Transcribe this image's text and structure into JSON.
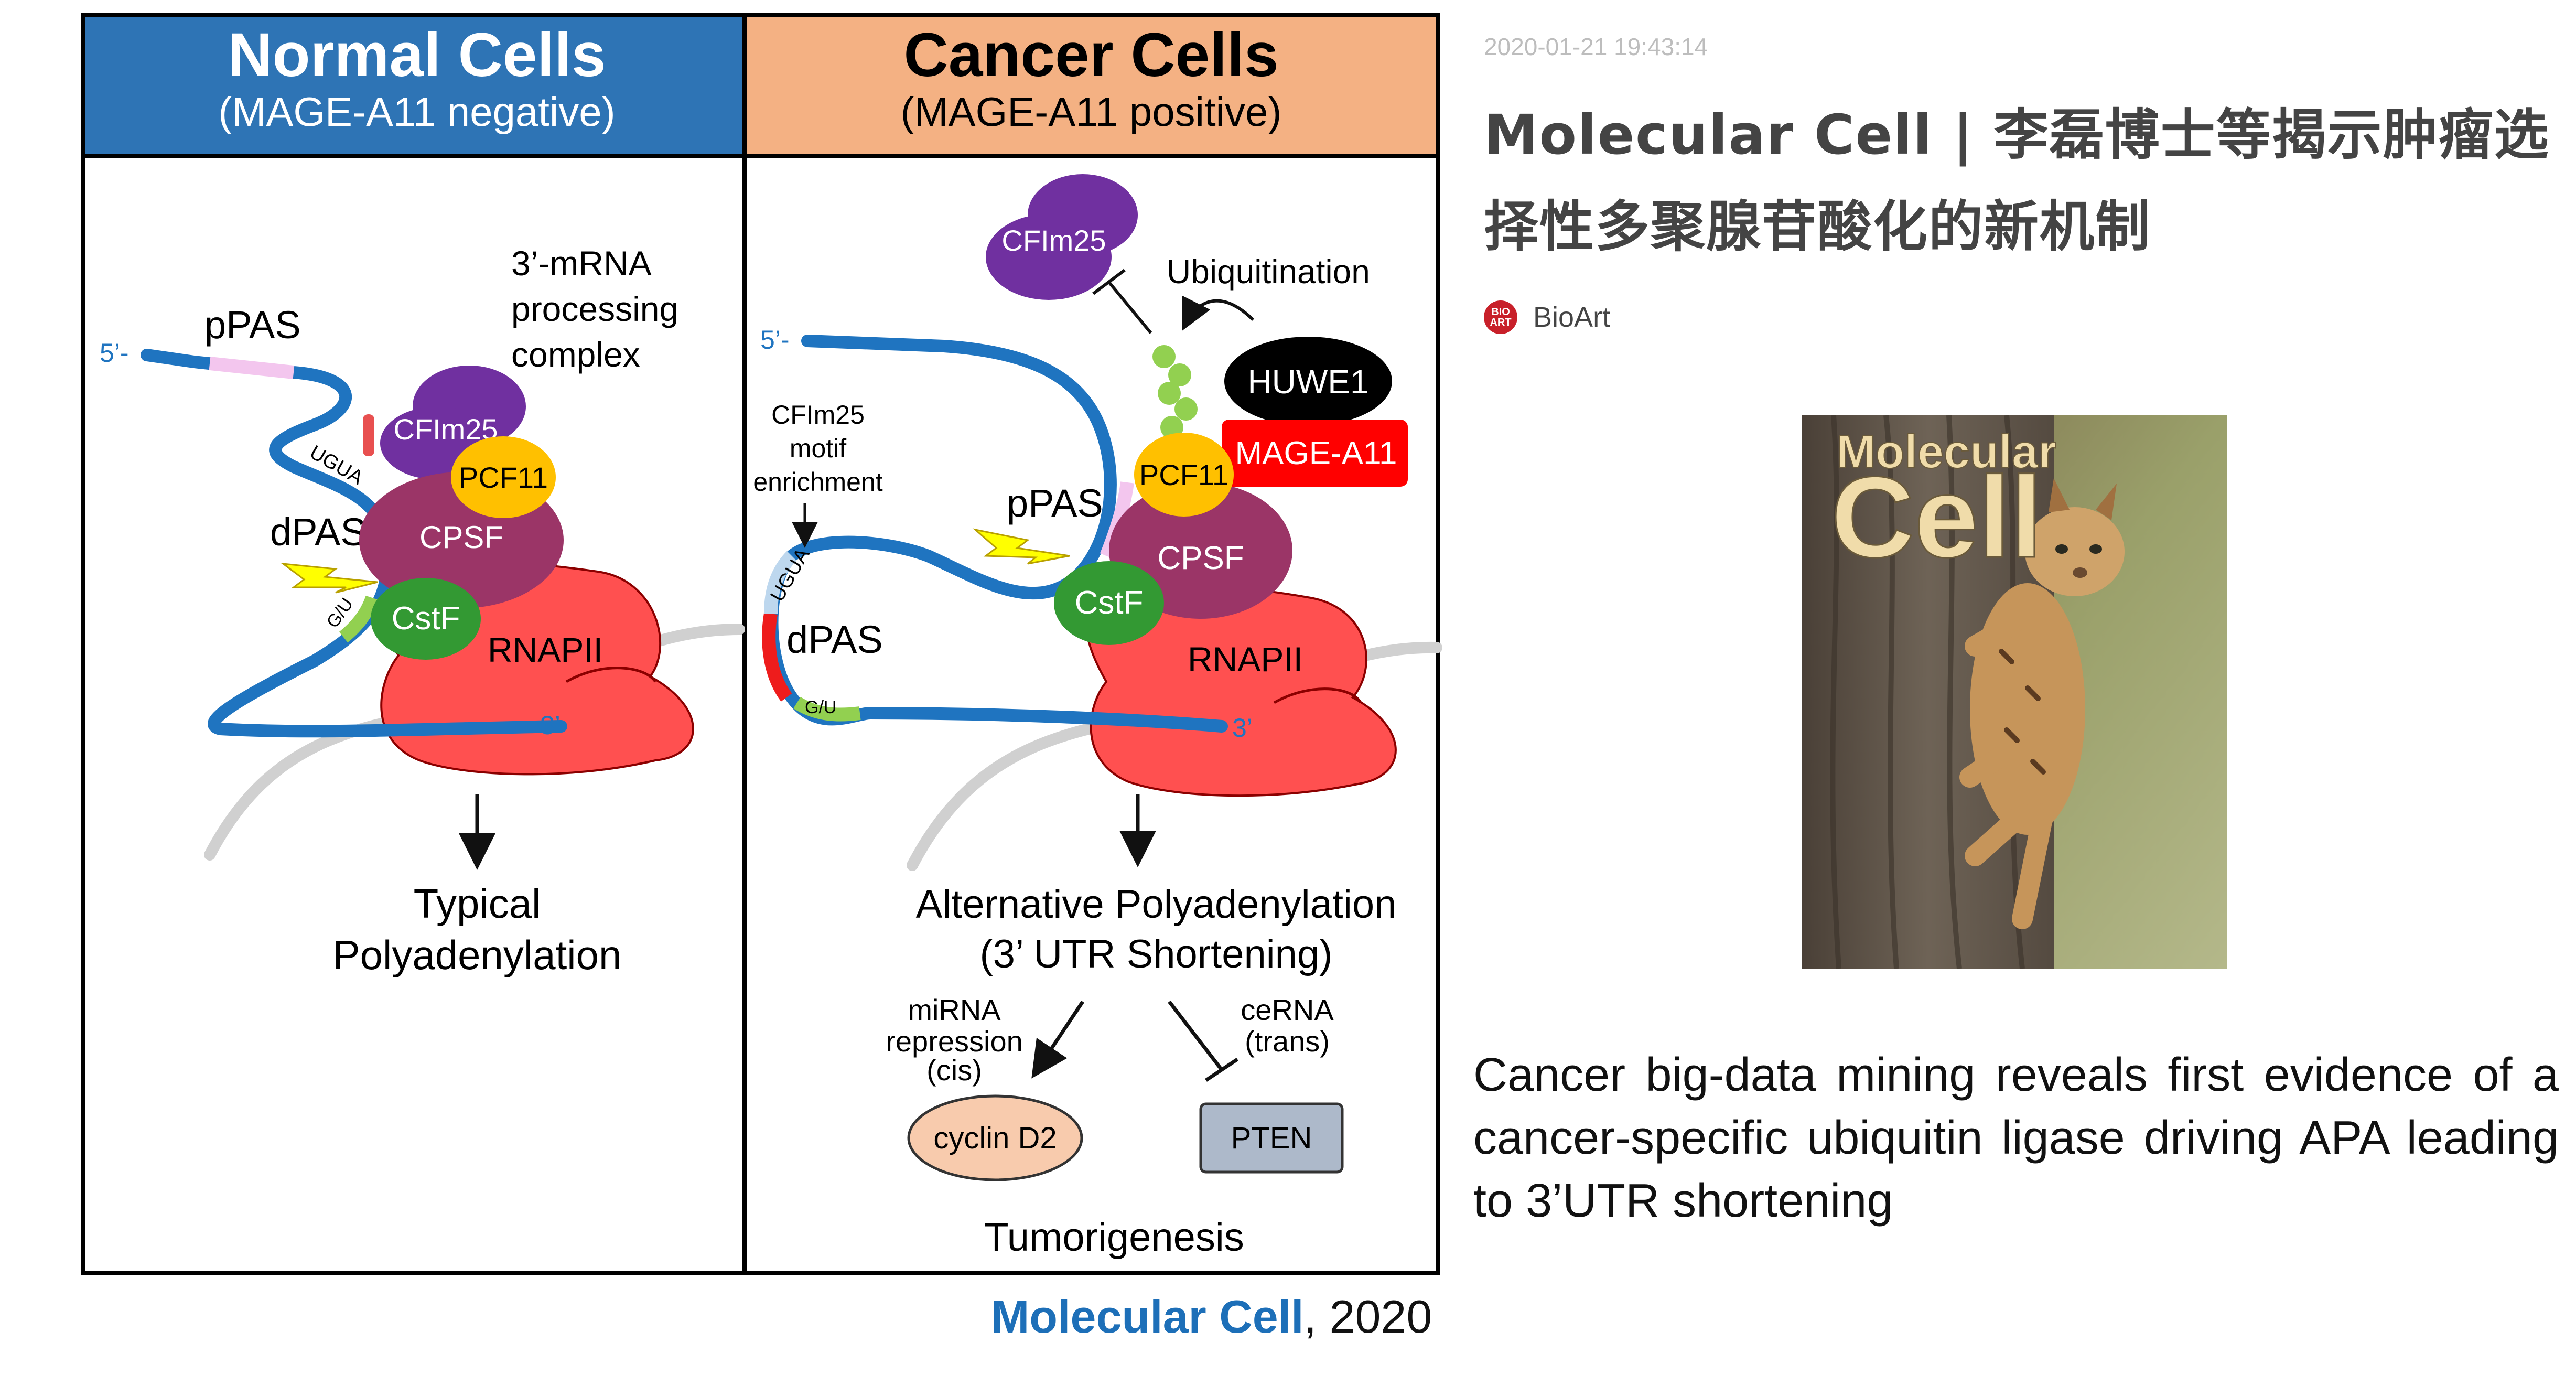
{
  "figure": {
    "normal_panel": {
      "title": "Normal Cells",
      "subtitle": "(MAGE-A11 negative)",
      "five_prime": "5’-",
      "three_prime": "3’",
      "ppas": "pPAS",
      "dpas": "dPAS",
      "ugua": "UGUA",
      "gu": "G/U",
      "complex_label_1": "3’-mRNA",
      "complex_label_2": "processing",
      "complex_label_3": "complex",
      "cfim25": "CFIm25",
      "pcf11": "PCF11",
      "cpsf": "CPSF",
      "cstf": "CstF",
      "rnapii": "RNAPII",
      "outcome_1": "Typical",
      "outcome_2": "Polyadenylation"
    },
    "cancer_panel": {
      "title": "Cancer Cells",
      "subtitle": "(MAGE-A11 positive)",
      "five_prime": "5’-",
      "three_prime": "3’",
      "ppas": "pPAS",
      "dpas": "dPAS",
      "ugua": "UGUA",
      "gu": "G/U",
      "motif_1": "CFIm25",
      "motif_2": "motif",
      "motif_3": "enrichment",
      "cfim25": "CFIm25",
      "ubiquitination": "Ubiquitination",
      "huwe1": "HUWE1",
      "mage": "MAGE-A11",
      "pcf11": "PCF11",
      "cpsf": "CPSF",
      "cstf": "CstF",
      "rnapii": "RNAPII",
      "outcome_1": "Alternative Polyadenylation",
      "outcome_2": "(3’ UTR Shortening)",
      "mirna_1": "miRNA",
      "mirna_2": "repression",
      "mirna_3": "(cis)",
      "cerna_1": "ceRNA",
      "cerna_2": "(trans)",
      "cyclin": "cyclin D2",
      "pten": "PTEN",
      "tumorigenesis": "Tumorigenesis"
    },
    "colors": {
      "normal_header": "#2e74b5",
      "cancer_header": "#f4b183",
      "rna": "#1f74c0",
      "dpas": "#ee1c1c",
      "ppas": "#f3c6ee",
      "cfim25": "#7030a0",
      "pcf11": "#ffc000",
      "cpsf": "#9b3567",
      "cstf": "#339933",
      "rnapii": "#ff5050",
      "ubiquitin": "#92d050",
      "mage": "#ff0000",
      "cyclin": "#f8cbad",
      "pten": "#adb9ca"
    }
  },
  "citation": {
    "journal": "Molecular Cell",
    "year": ", 2020"
  },
  "article": {
    "timestamp": "2020-01-21 19:43:14",
    "headline": "Molecular Cell | 李磊博士等揭示肿瘤选择性多聚腺苷酸化的新机制",
    "source_logo": "BIO ART",
    "source": "BioArt",
    "cover_title_1": "Molecular",
    "cover_title_2": "Cell",
    "summary": "Cancer big-data mining reveals first evidence of a cancer-specific ubiquitin ligase driving APA leading to 3’UTR shortening"
  }
}
